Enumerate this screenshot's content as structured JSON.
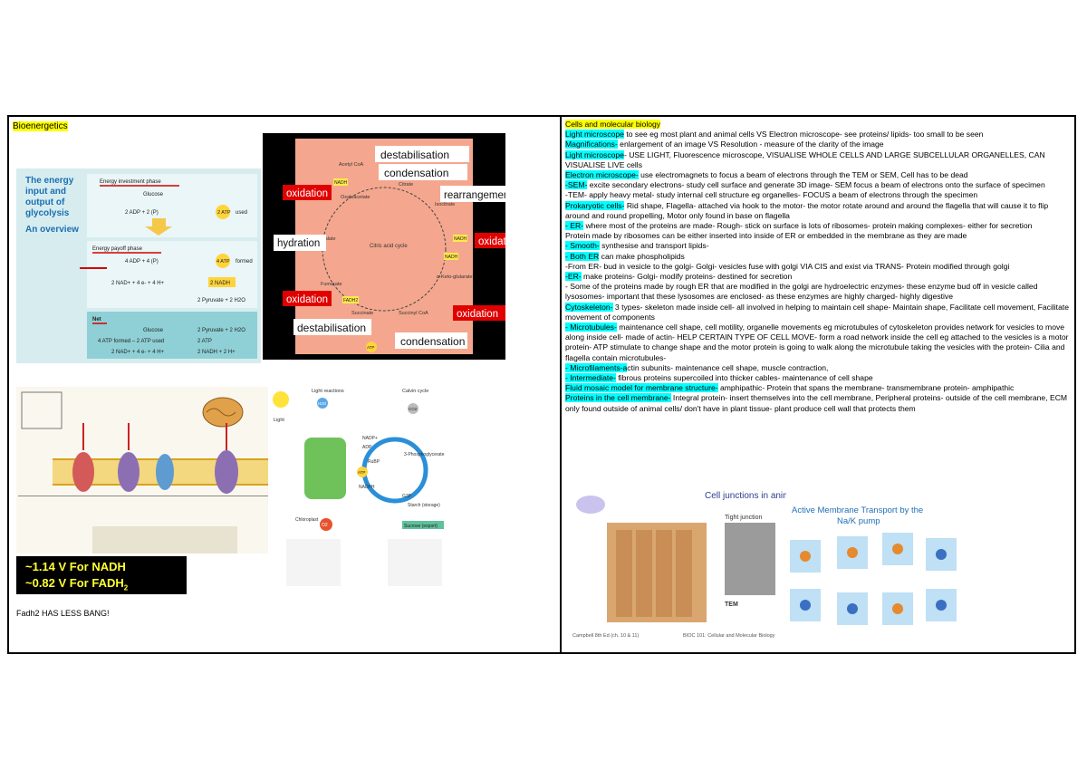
{
  "left": {
    "title": "Bioenergetics",
    "glycolysis": {
      "heading_lines": [
        "The energy",
        "input and",
        "output of",
        "glycolysis"
      ],
      "overview": "An overview",
      "investment_phase": "Energy investment phase",
      "glucose": "Glucose",
      "adp_pi": "2 ADP + 2 (P)",
      "atp_used": "used",
      "atp_label": "2 ATP",
      "payoff_phase": "Energy payoff phase",
      "adp4": "4 ADP + 4 (P)",
      "atp4": "4 ATP",
      "formed": "formed",
      "nad_line": "2 NAD+ + 4 e- + 4 H+",
      "nadh": "2 NADH",
      "pyruvate": "2 Pyruvate + 2 H2O",
      "net": "Net",
      "net_glucose": "Glucose",
      "net_pyruvate": "2 Pyruvate + 2 H2O",
      "net_atp_left": "4 ATP formed – 2 ATP used",
      "net_atp_right": "2 ATP",
      "net_nad_left": "2 NAD+ + 4 e- + 4 H+",
      "net_nad_right": "2 NADH + 2 H+"
    },
    "krebs": {
      "destabilisation_top": "destabilisation",
      "condensation_top": "condensation",
      "rearrangement": "rearrangement",
      "oxidation_1": "oxidation",
      "oxidation_2": "oxidation",
      "oxidation_3": "oxidation",
      "oxidation_4": "oxidation",
      "hydration": "hydration",
      "destabilisation_bottom": "destabilisation",
      "condensation_bottom": "condensation",
      "center": "Citric acid cycle",
      "acetyl": "Acetyl CoA",
      "citrate": "Citrate",
      "isocitrate": "Isocitrate",
      "oxaloacetate": "Oxaloacetate",
      "malate": "Malate",
      "fumarate": "Fumarate",
      "succinate": "Succinate",
      "succinyl": "Succinyl CoA",
      "ketoglutarate": "α-Keto-glutarate",
      "nadh": "NADH",
      "fadh2": "FADH2",
      "atp": "ATP",
      "gtp": "GTP"
    },
    "etc": {
      "vnadh": "~1.14 V For NADH",
      "vfadh": "~0.82 V For FADH",
      "vfadh_sub": "2"
    },
    "photo": {
      "light_reactions": "Light reactions",
      "calvin_cycle": "Calvin cycle",
      "light": "Light",
      "h2o": "H2O",
      "co2": "CO2",
      "o2": "O2",
      "chloroplast": "Chloroplast",
      "nadp": "NADP+",
      "adp": "ADP",
      "atp": "ATP",
      "nadph": "NADPH",
      "starch": "Starch (storage)",
      "sucrose": "Sucrose (export)",
      "phosphoglycerate": "3-Phosphoglycerate",
      "g3p": "G3P",
      "rubp": "RuBP"
    },
    "footer_note": "Fadh2 HAS LESS BANG!"
  },
  "right": {
    "title": "Cells and molecular biology",
    "notes": [
      {
        "hl": "Light microscope",
        "hl_color": "cyan",
        "text": " to see eg most plant and animal cells VS Electron microscope- see proteins/ lipids- too small to be seen"
      },
      {
        "hl": "Magnifications-",
        "hl_color": "cyan",
        "text": " enlargement of an image VS Resolution - measure of the clarity of the image"
      },
      {
        "hl": "Light microscope",
        "hl_color": "cyan",
        "text": "- USE LIGHT, Fluorescence microscope, VISUALISE WHOLE CELLS AND LARGE SUBCELLULAR ORGANELLES, CAN VISUALISE LIVE cells"
      },
      {
        "hl": "Electron microscope-",
        "hl_color": "cyan",
        "text": " use electromagnets to focus a beam of electrons through the TEM or SEM, Cell has to be dead"
      },
      {
        "hl": " -SEM-",
        "hl_color": "cyan",
        "text": " excite secondary electrons- study cell surface and generate 3D image- SEM focus a beam of electrons onto the surface of specimen"
      },
      {
        "hl": "",
        "hl_color": "",
        "text": "-TEM- apply heavy metal- study internal cell structure eg organelles- FOCUS  a beam of electrons through the specimen"
      },
      {
        "hl": " Prokaryotic cells-",
        "hl_color": "cyan",
        "text": " Rid shape, Flagella- attached via hook to the motor- the motor rotate around and around the flagella that will cause it to flip around and round propelling, Motor only found in base on flagella"
      },
      {
        "hl": "- ER-",
        "hl_color": "cyan",
        "text": " where most of the proteins are made- Rough- stick on surface is lots of ribosomes- protein making complexes- either for secretion"
      },
      {
        "hl": "",
        "hl_color": "",
        "text": "Protein made by ribosomes can be either inserted into inside of ER or embedded in the membrane as they are made"
      },
      {
        "hl": "- Smooth-",
        "hl_color": "cyan",
        "text": " synthesise and transport lipids-"
      },
      {
        "hl": "- Both ER",
        "hl_color": "cyan",
        "text": " can make phospholipids"
      },
      {
        "hl": "",
        "hl_color": "",
        "text": " -From ER- bud in vesicle to the golgi- Golgi- vesicles fuse with golgi VIA CIS and exist via TRANS- Protein modified through golgi"
      },
      {
        "hl": " -ER-",
        "hl_color": "cyan",
        "text": " make proteins- Golgi- modify proteins- destined for secretion"
      },
      {
        "hl": "",
        "hl_color": "",
        "text": "- Some of the proteins made by rough ER that are modified in the golgi are hydroelectric enzymes- these enzyme bud off in vesicle called lysosomes- important that these lysosomes are enclosed- as these enzymes are highly charged- highly digestive"
      },
      {
        "hl": "Cytoskeleton-",
        "hl_color": "cyan",
        "text": " 3 types- skeleton made inside cell- all involved in helping to maintain cell shape- Maintain shape, Facilitate cell movement, Facilitate movement of components"
      },
      {
        "hl": "- Microtubules-",
        "hl_color": "cyan",
        "text": " maintenance cell shape, cell motility, organelle movements eg microtubules of cytoskeleton provides network for vesicles to move along inside cell- made of actin- HELP CERTAIN TYPE OF CELL MOVE- form a road network inside the cell eg attached to the vesicles is a motor protein- ATP stimulate to change shape and the motor protein is going to walk along the microtubule taking the vesicles with the protein- Cilia and flagella contain microtubules-"
      },
      {
        "hl": "- Microfilaments-a",
        "hl_color": "cyan",
        "text": "ctin subunits- maintenance cell shape, muscle contraction,"
      },
      {
        "hl": "- Intermediate-",
        "hl_color": "cyan",
        "text": " fibrous proteins supercoiled into thicker cables- maintenance of cell shape"
      },
      {
        "hl": "Fluid mosaic model for membrane structure-",
        "hl_color": "cyan",
        "text": " amphipathic- Protein that spans the membrane- transmembrane protein- amphipathic"
      },
      {
        "hl": "Proteins in the cell membrane-",
        "hl_color": "cyan",
        "text": " Integral protein- insert themselves into the cell membrane, Peripheral proteins- outside of the cell membrane, ECM only found outside of animal cells/ don't have in plant tissue- plant produce cell wall that protects them"
      }
    ],
    "junctions": {
      "title": "Cell junctions in animal tissues",
      "tight": "Tight junction",
      "tem": "TEM",
      "caption": "Campbell 8th Ed (ch. 10 & 11)",
      "course": "BIOC 101: Cellular and Molecular Biology"
    },
    "transport": {
      "title_1": "Active Membrane Transport by the",
      "title_2": "Na/K pump"
    }
  },
  "colors": {
    "yellow_highlight": "#ffff00",
    "cyan_highlight": "#00ffff",
    "oxidation_red": "#e00000",
    "krebs_bg": "#f4a78e",
    "glycolysis_bg": "#cfe8ea",
    "glycolysis_title": "#1a6fb5",
    "etc_yellow": "#ffff33"
  }
}
